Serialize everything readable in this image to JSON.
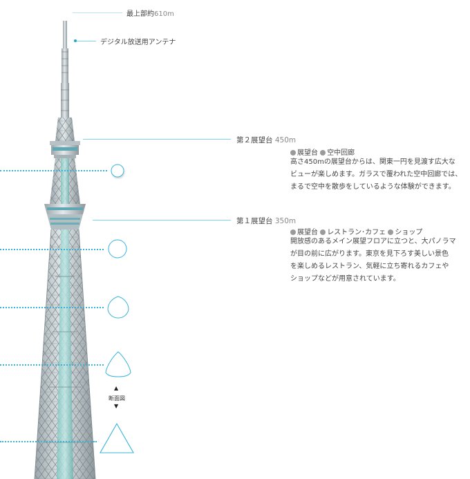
{
  "labels": {
    "top_height": {
      "name": "最上部約",
      "value": "610m"
    },
    "antenna": "デジタル放送用アンテナ"
  },
  "decks": [
    {
      "title": "第２展望台",
      "height": "450m",
      "tags": [
        "展望台",
        "空中回廊"
      ],
      "description": [
        "高さ450mの展望台からは、関東一円を見渡す広大な",
        "ビューが楽しめます。ガラスで覆われた空中回廊では、",
        "まるで空中を散歩をしているような体験ができます。"
      ]
    },
    {
      "title": "第１展望台",
      "height": "350m",
      "tags": [
        "展望台",
        "レストラン･カフェ",
        "ショップ"
      ],
      "description": [
        "開放感のあるメイン展望フロアに立つと、大パノラマ",
        "が目の前に広がります。東京を見下ろす美しい景色",
        "を楽しめるレストラン、気軽に立ち寄れるカフェや",
        "ショップなどが用意されています。"
      ]
    }
  ],
  "cross_section": {
    "label": "断面図",
    "shapes": [
      "circle",
      "circle",
      "rounded-triangle",
      "rounded-triangle",
      "triangle"
    ]
  },
  "colors": {
    "leader": "#7dd3e8",
    "dotted": "#35b4d8",
    "tower_steel": "#c4cbce",
    "tower_core": "#9fd7d4",
    "section_outline": "#35b4d8"
  }
}
